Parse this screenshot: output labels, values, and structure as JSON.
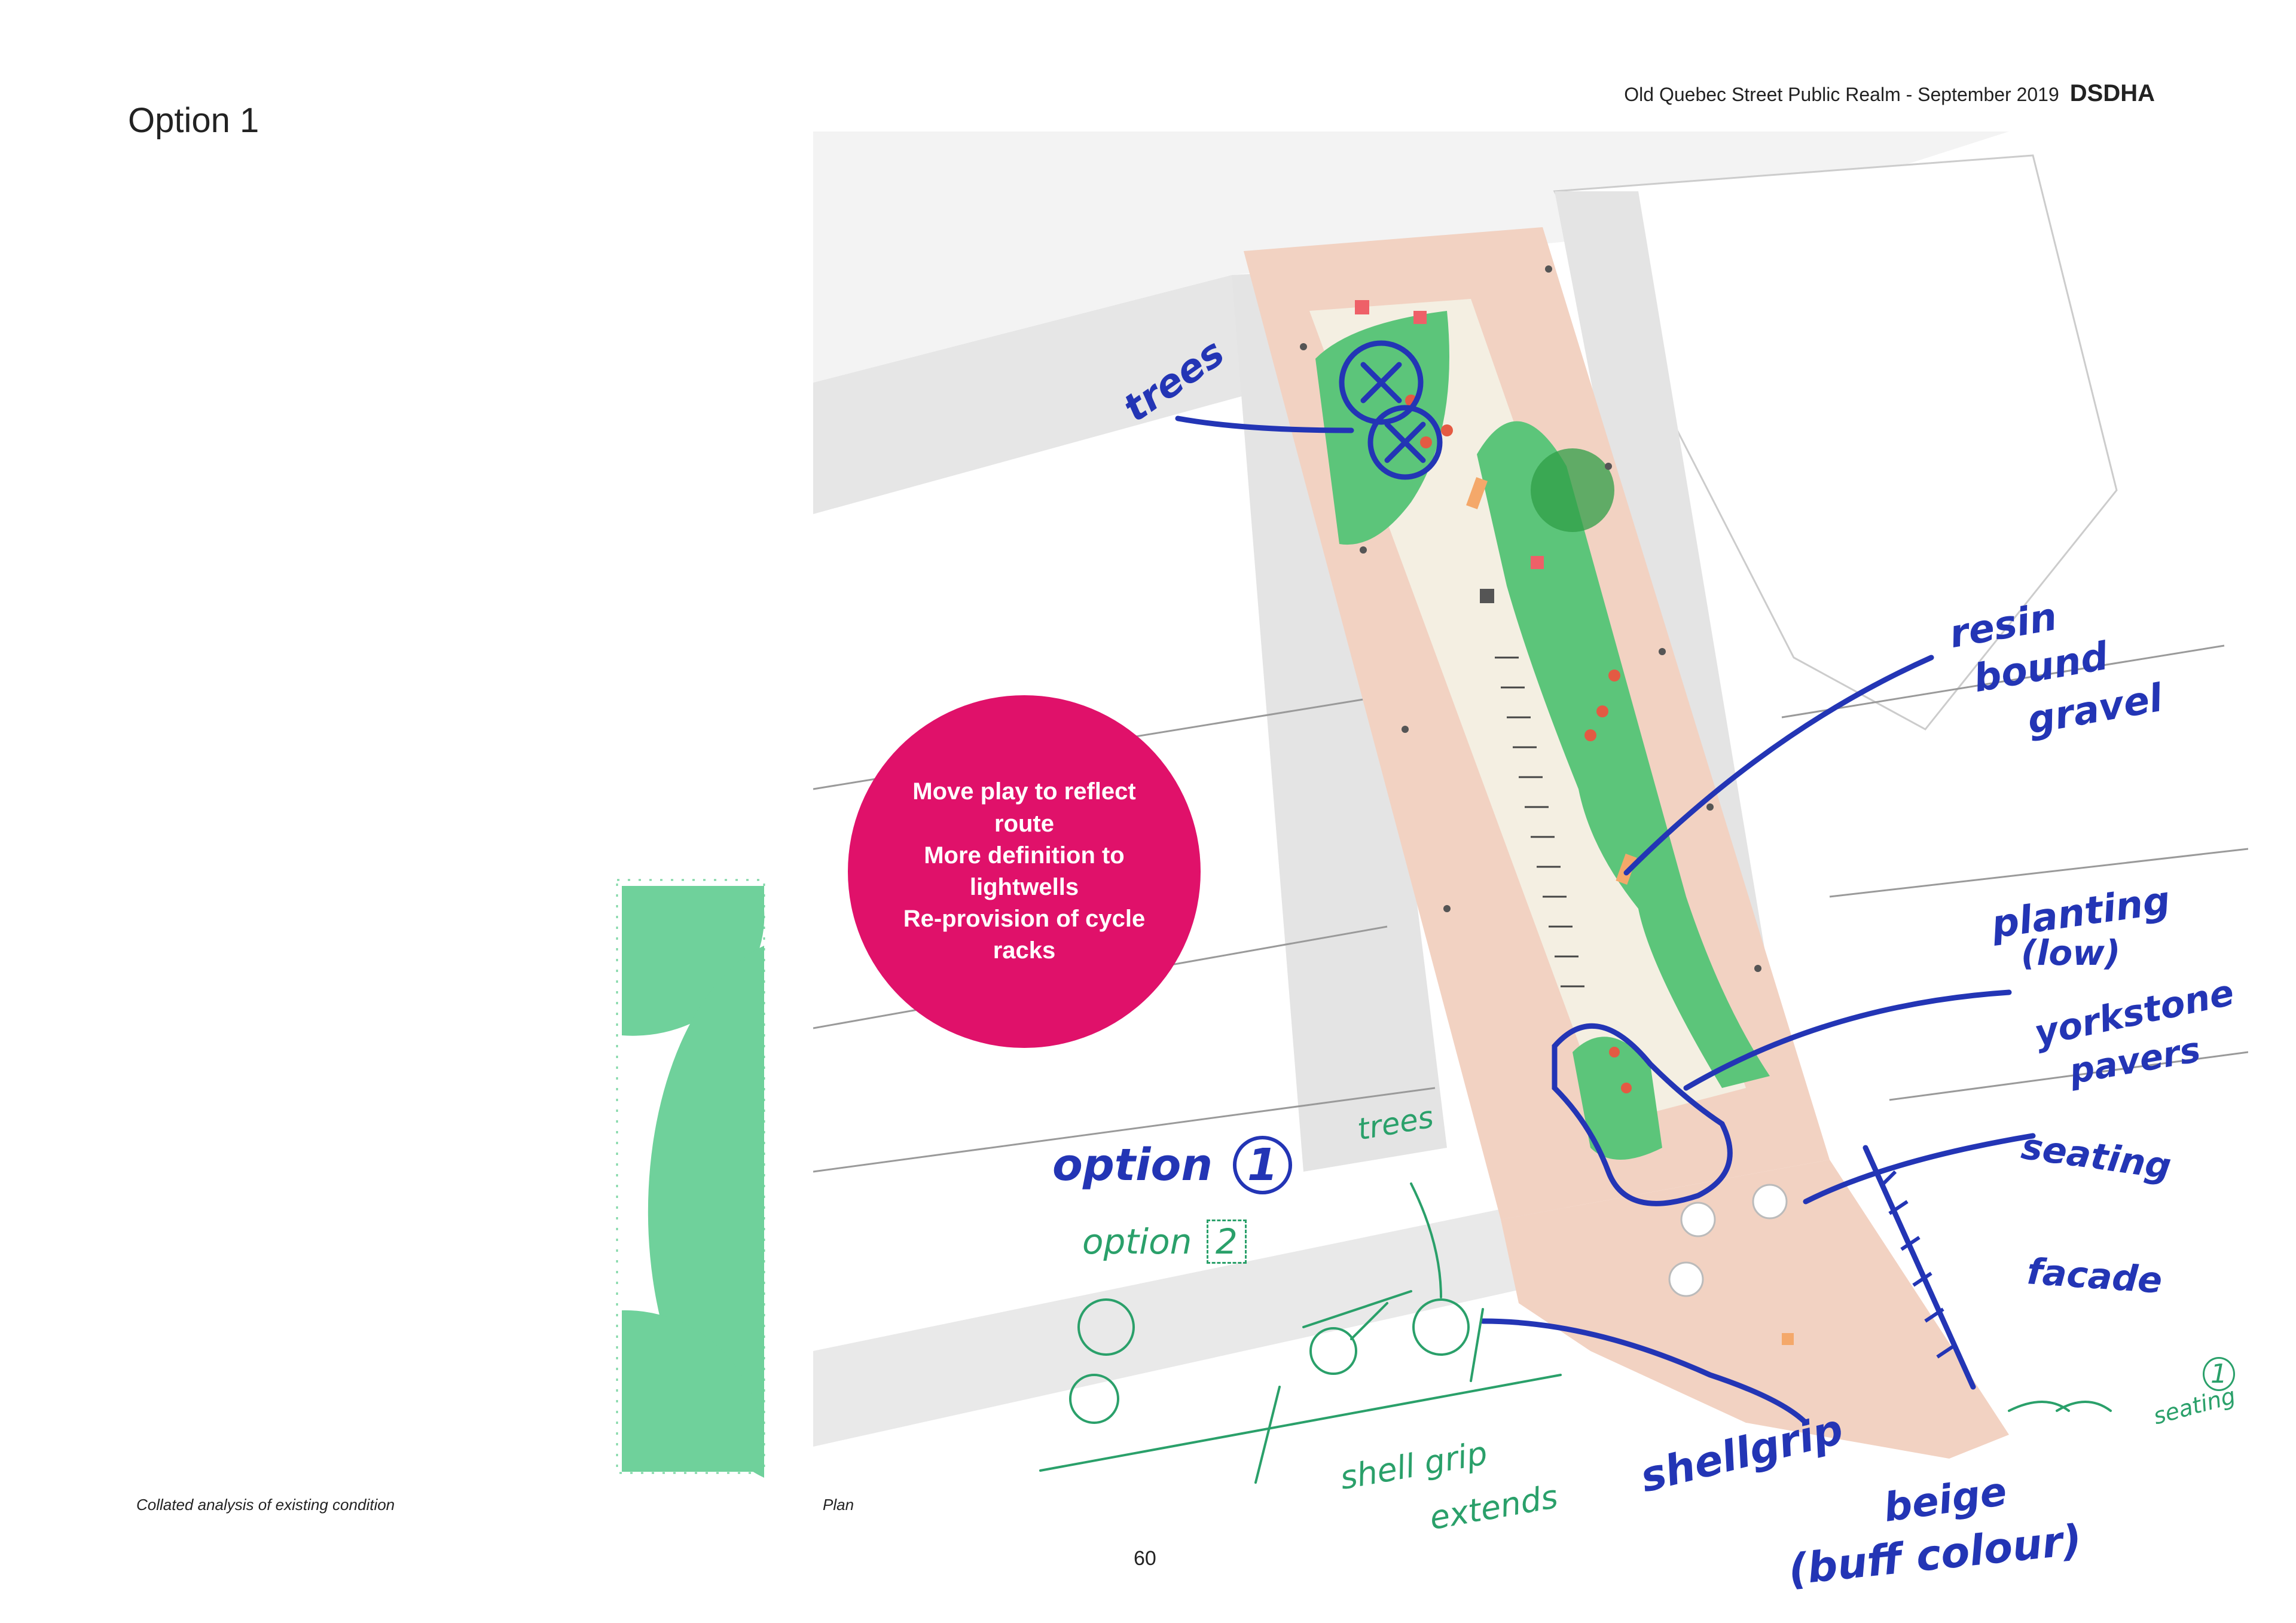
{
  "page": {
    "title": "Option 1",
    "header": "Old Quebec Street Public Realm - September 2019",
    "brand": "DSDHA",
    "page_number": "60"
  },
  "captions": {
    "left": "Collated analysis of existing condition",
    "plan": "Plan"
  },
  "callout": {
    "text": "Move play to reflect\nroute\nMore definition to\nlightwells\nRe-provision of cycle\nracks",
    "color": "#e0116a"
  },
  "annotations": {
    "blue": {
      "trees": "trees",
      "resin_bound_gravel_1": "resin",
      "resin_bound_gravel_2": "bound",
      "resin_bound_gravel_3": "gravel",
      "planting": "planting",
      "planting_low": "(low)",
      "yorkstone_1": "yorkstone",
      "yorkstone_2": "pavers",
      "seating": "seating",
      "facade": "facade",
      "option1": "option",
      "option1_num": "1",
      "shellgrip": "shellgrip",
      "beige_1": "beige",
      "beige_2": "(buff colour)"
    },
    "green": {
      "trees": "trees",
      "option2": "option",
      "option2_num": "2",
      "shellgrip_extends_1": "shell grip",
      "shellgrip_extends_2": "extends",
      "seating": "seating",
      "seating_num": "1"
    }
  },
  "colors": {
    "paving_pink": "#f2d2c2",
    "planting_green": "#5cc57a",
    "gravel": "#f4efe2",
    "building_grey": "#d9d9d9",
    "marker_blue": "#2335b5",
    "marker_green": "#2aa06a",
    "swatch_green": "#6fd19b"
  }
}
